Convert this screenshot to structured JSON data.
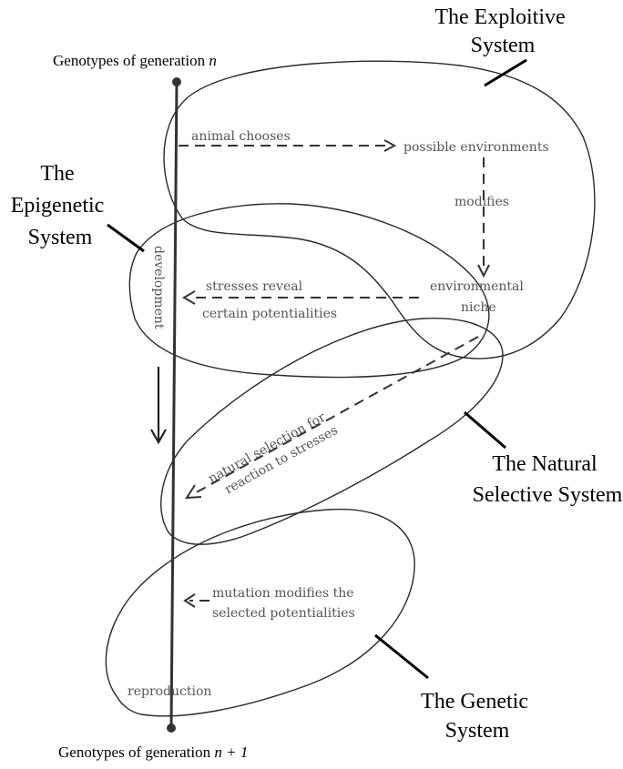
{
  "genotype_top": {
    "text": "Genotypes of generation ",
    "var": "n"
  },
  "genotype_bottom": {
    "text": "Genotypes of generation ",
    "var": "n + 1"
  },
  "systems": {
    "exploitive": [
      "The Exploitive",
      "System"
    ],
    "epigenetic": [
      "The",
      "Epigenetic",
      "System"
    ],
    "natural_selective": [
      "The Natural",
      "Selective System"
    ],
    "genetic": [
      "The Genetic",
      "System"
    ]
  },
  "annotations": {
    "animal_chooses": "animal chooses",
    "possible_environments": "possible environments",
    "modifies": "modifies",
    "environmental_niche": [
      "environmental",
      "niche"
    ],
    "stresses_reveal": [
      "stresses reveal",
      "certain potentialities"
    ],
    "development": "development",
    "natural_selection": [
      "natural selection for",
      "reaction to stresses"
    ],
    "mutation": [
      "mutation modifies the",
      "selected potentialities"
    ],
    "reproduction": "reproduction"
  }
}
